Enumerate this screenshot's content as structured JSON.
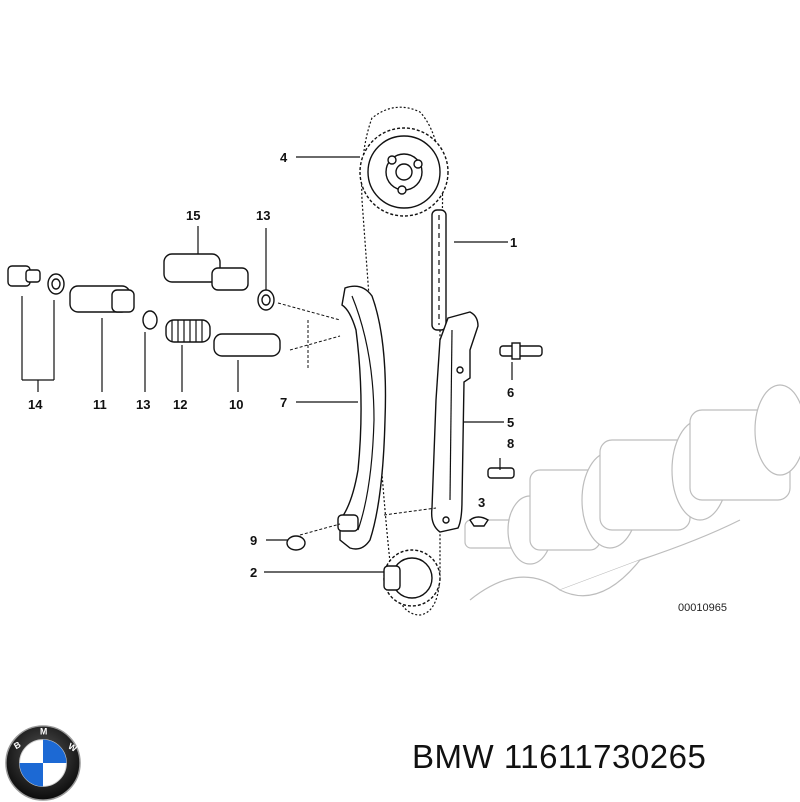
{
  "callouts": {
    "c1": "1",
    "c2": "2",
    "c3": "3",
    "c4": "4",
    "c5": "5",
    "c6": "6",
    "c7": "7",
    "c8": "8",
    "c9": "9",
    "c10": "10",
    "c11": "11",
    "c12": "12",
    "c13a": "13",
    "c13b": "13",
    "c14": "14",
    "c15": "15"
  },
  "doc_number": "00010965",
  "caption": "BMW 11611730265",
  "logo": {
    "icon": "bmw-roundel-icon",
    "text": "BMW",
    "colors": {
      "blue": "#1c69d4",
      "black": "#111111"
    }
  }
}
